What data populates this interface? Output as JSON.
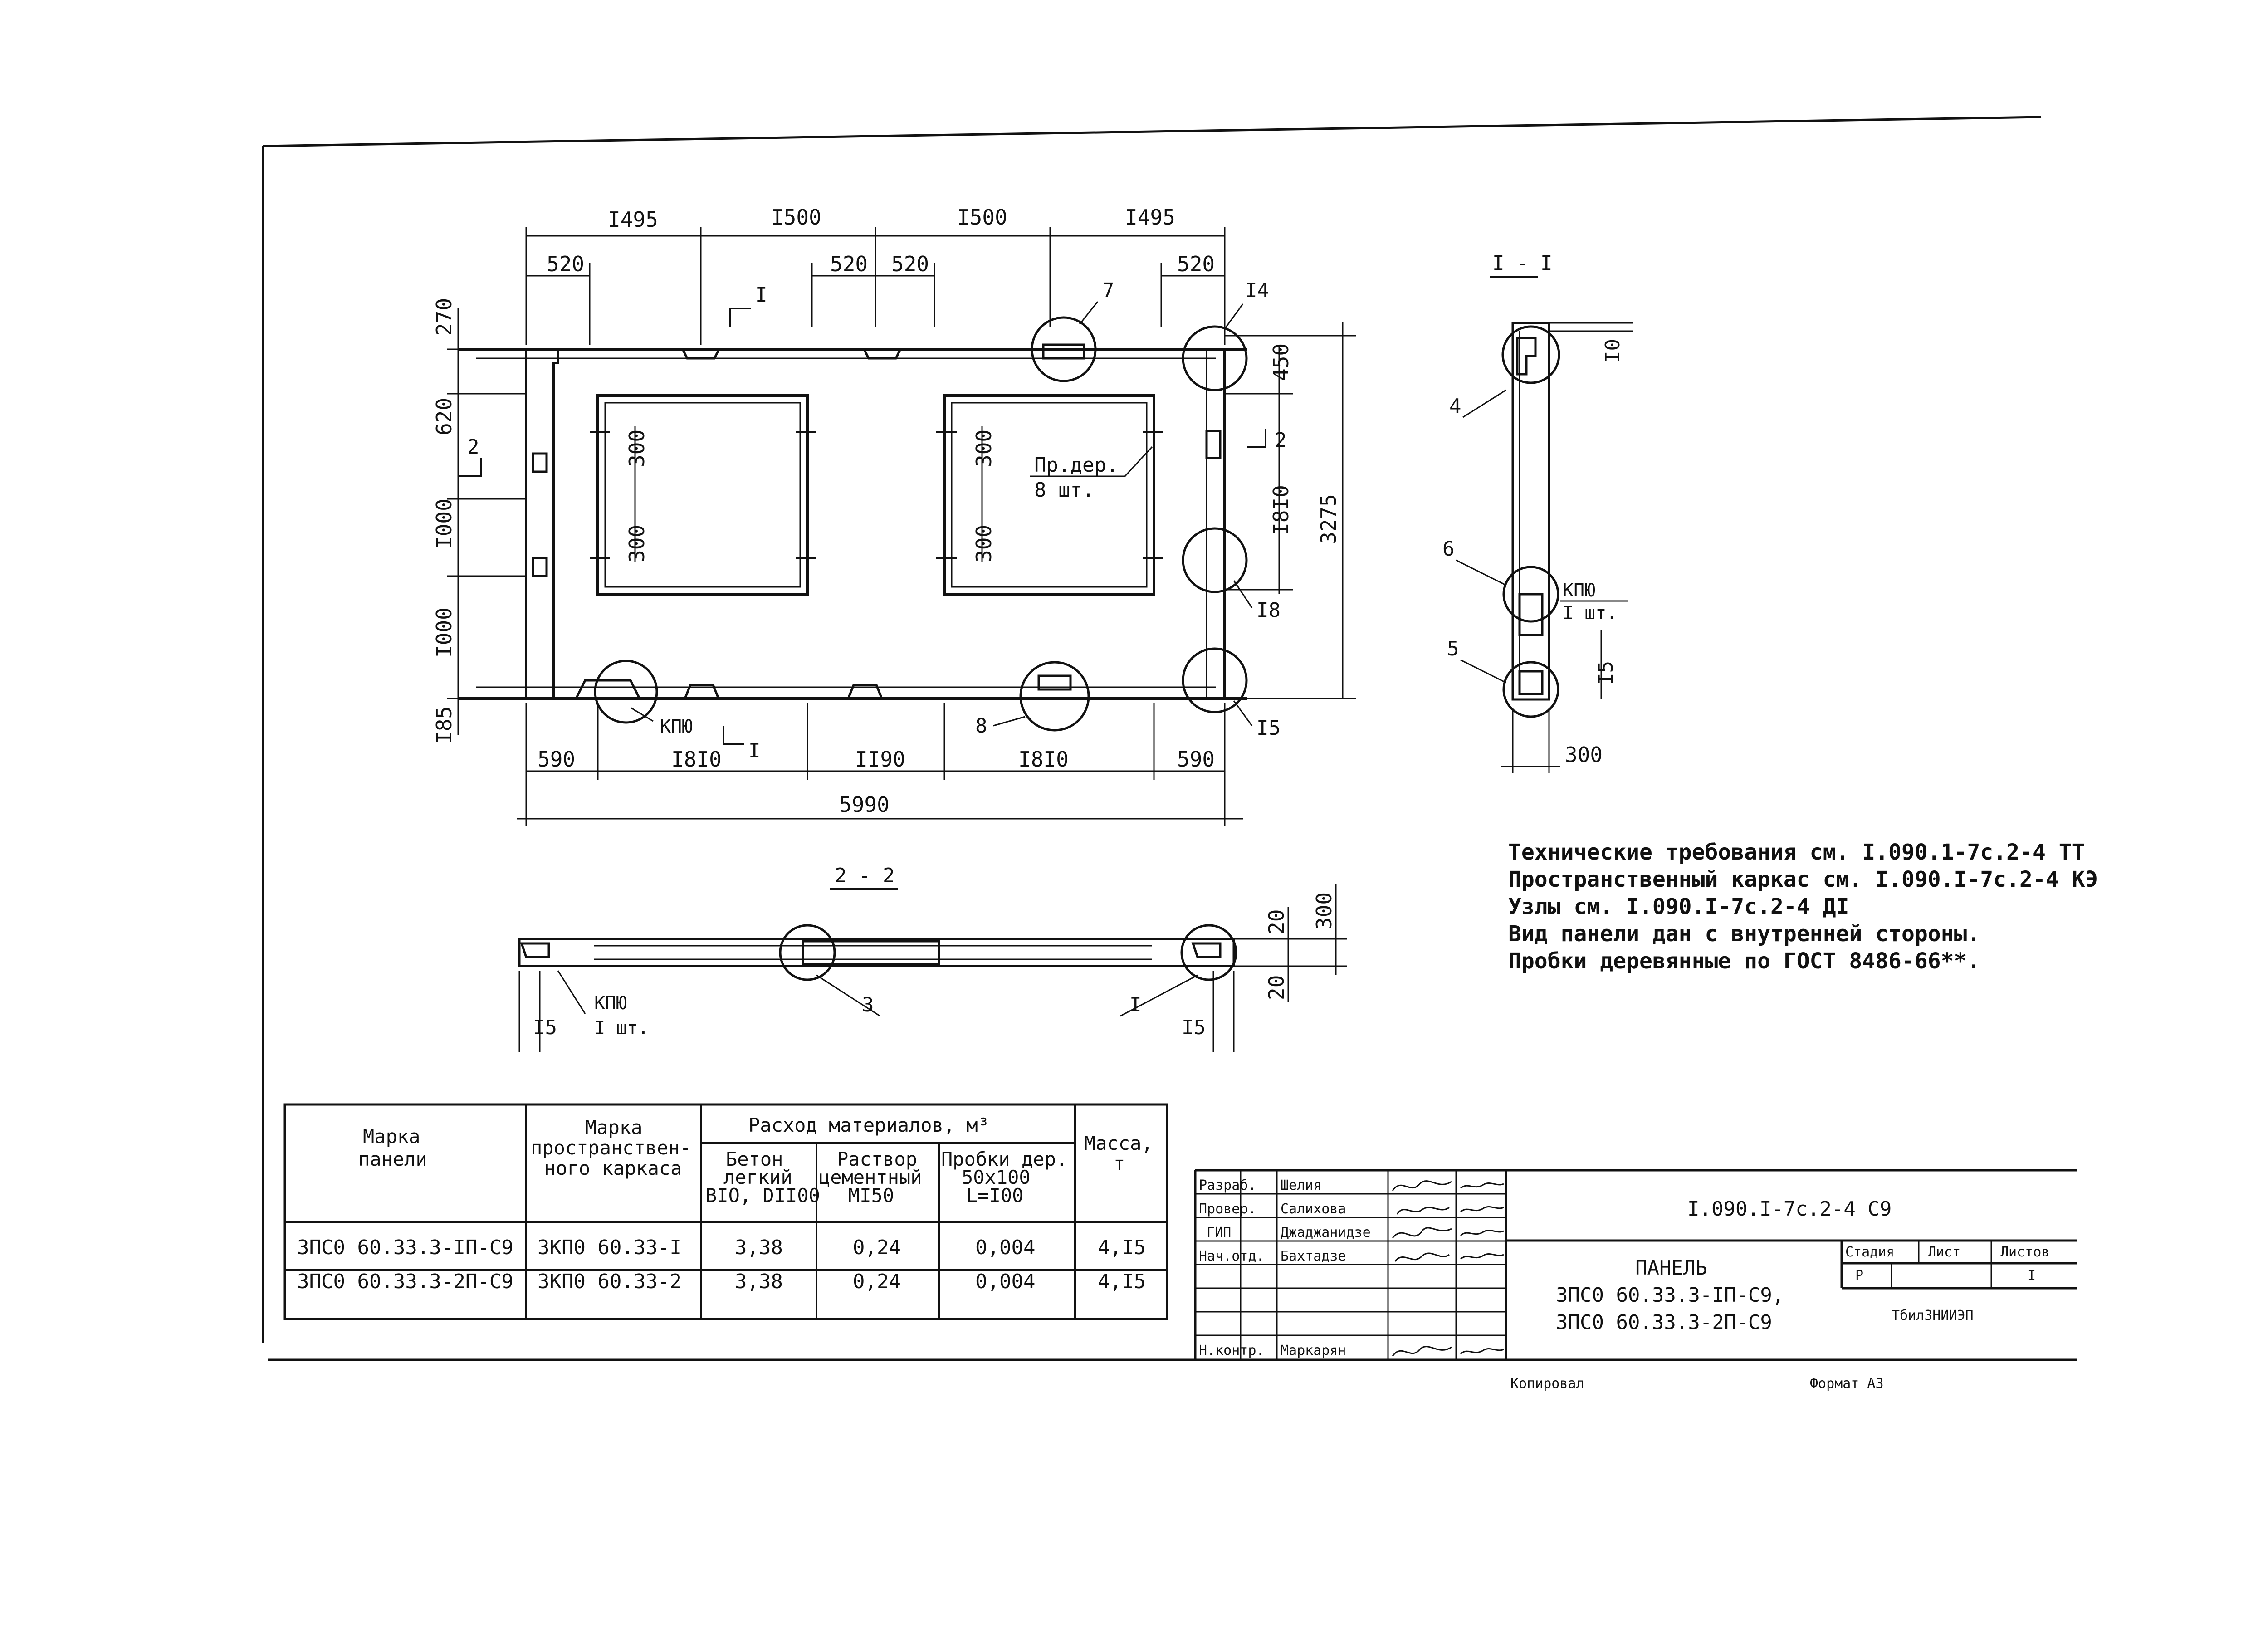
{
  "plan": {
    "top_dims": [
      "I495",
      "I500",
      "I500",
      "I495"
    ],
    "top_sub_dims": [
      "520",
      "520",
      "520",
      "520"
    ],
    "left_dims": [
      "270",
      "620",
      "I000",
      "I000",
      "I85"
    ],
    "right_dims": [
      "450",
      "I8I0",
      "3275"
    ],
    "bottom_dims": [
      "590",
      "I8I0",
      "II90",
      "I8I0",
      "590"
    ],
    "total_width": "5990",
    "opening_dims": [
      "300",
      "300",
      "300",
      "300"
    ],
    "plugs_note": "Пр.дер.",
    "plugs_count": "8 шт.",
    "kpyu": "КПЮ",
    "callouts": [
      "7",
      "I4",
      "I8",
      "I5",
      "8"
    ],
    "section_marks": [
      "I",
      "I",
      "2",
      "2"
    ]
  },
  "section_1": {
    "title": "I - I",
    "callouts": [
      "4",
      "6",
      "5"
    ],
    "dim_10": "I0",
    "dim_15": "I5",
    "dim_300": "300",
    "kpyu": "КПЮ",
    "kpyu_count": "I шт."
  },
  "section_2": {
    "title": "2 - 2",
    "callouts": [
      "3",
      "I"
    ],
    "dims": [
      "20",
      "20",
      "300"
    ],
    "dim_left": "I5",
    "dim_right": "I5",
    "kpyu": "КПЮ",
    "kpyu_count": "I шт."
  },
  "notes": [
    "Технические требования см. I.090.1-7с.2-4 ТТ",
    "Пространственный каркас см. I.090.I-7с.2-4 КЭ",
    "Узлы см. I.090.I-7с.2-4 ДI",
    "Вид панели дан с внутренней стороны.",
    "Пробки деревянные по ГОСТ 8486-66**."
  ],
  "spec_table": {
    "headers": {
      "col1": [
        "Марка",
        "панели"
      ],
      "col2": [
        "Марка",
        "пространствен-",
        "ного каркаса"
      ],
      "group": "Расход материалов, м³",
      "sub1": [
        "Бетон",
        "легкий",
        "BIO, DII00"
      ],
      "sub2": [
        "Раствор",
        "цементный",
        "MI50"
      ],
      "sub3": [
        "Пробки дер.",
        "50х100",
        "L=I00"
      ],
      "col6": [
        "Масса,",
        "т"
      ]
    },
    "rows": [
      [
        "3ПС0 60.33.3-IП-С9",
        "3КП0 60.33-I",
        "3,38",
        "0,24",
        "0,004",
        "4,I5"
      ],
      [
        "3ПС0 60.33.3-2П-С9",
        "3КП0 60.33-2",
        "3,38",
        "0,24",
        "0,004",
        "4,I5"
      ]
    ]
  },
  "title_block": {
    "roles": [
      "Разраб.",
      "Провер.",
      "ГИП",
      "Нач.отд.",
      "",
      "",
      "Н.контр."
    ],
    "names": [
      "Шелия",
      "Салихова",
      "Джаджанидзе",
      "Бахтадзе",
      "",
      "",
      "Маркарян"
    ],
    "dates": [
      "",
      "",
      "",
      "",
      "",
      "",
      ""
    ],
    "code": "I.090.I-7с.2-4 С9",
    "title_lines": [
      "ПАНЕЛЬ",
      "3ПС0 60.33.3-IП-С9,",
      "3ПС0 60.33.3-2П-С9"
    ],
    "stage_header": "Стадия",
    "sheet_header": "Лист",
    "sheets_header": "Листов",
    "stage_value": "Р",
    "sheets_value": "I",
    "org": "ТбилЗНИИЭП",
    "copied": "Копировал",
    "format": "Формат А3"
  }
}
